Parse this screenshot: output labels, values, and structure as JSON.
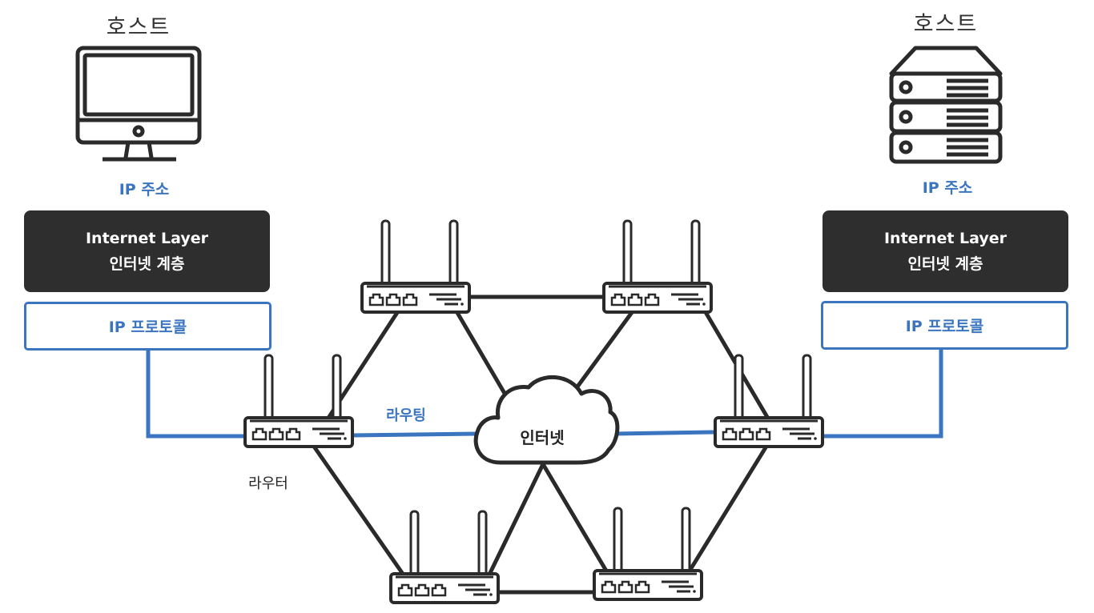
{
  "left_host": {
    "title": "호스트",
    "ip": "IP 주소",
    "layer_en": "Internet Layer",
    "layer_ko": "인터넷 계층",
    "protocol": "IP 프로토콜"
  },
  "right_host": {
    "title": "호스트",
    "ip": "IP 주소",
    "layer_en": "Internet Layer",
    "layer_ko": "인터넷 계층",
    "protocol": "IP 프로토콜"
  },
  "network": {
    "router_label": "라우터",
    "routing_label": "라우팅",
    "cloud_label": "인터넷"
  },
  "colors": {
    "accent": "#3B75C0",
    "dark": "#2e2e2e",
    "line": "#2a2a2a"
  },
  "icons": [
    "monitor-icon",
    "server-icon",
    "router-icon",
    "cloud-icon"
  ]
}
